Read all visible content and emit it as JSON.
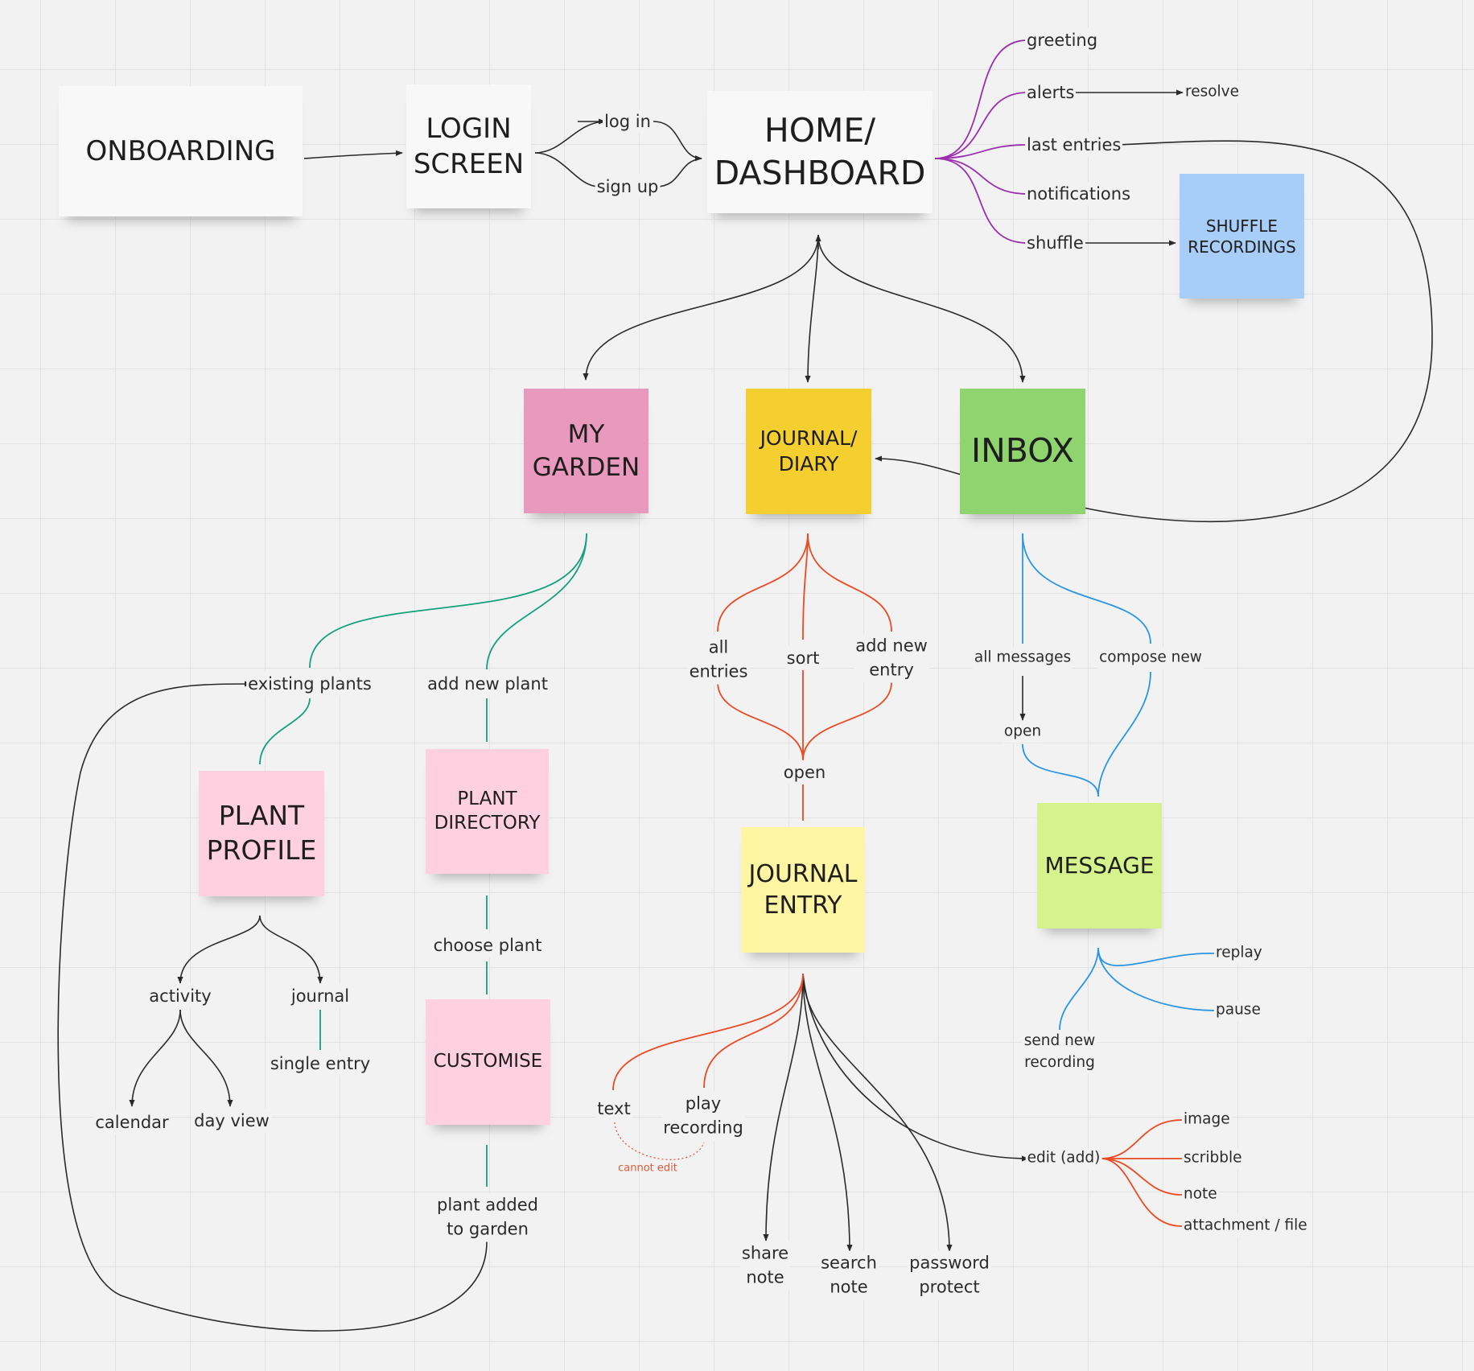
{
  "colors": {
    "white_note": "#f8f8f8",
    "my_garden": "#e899bd",
    "journal_diary": "#f4cf2f",
    "inbox": "#8fd46f",
    "shuffle": "#a8cdf7",
    "pink_note": "#ffd0e0",
    "journal_entry": "#fff5a3",
    "message": "#d6f28c",
    "purple_line": "#9a2fb0",
    "green_line": "#13a07b",
    "orange_line": "#ea4a24",
    "blue_line": "#2b95e3",
    "black_line": "#2a2a2a"
  },
  "notes": {
    "onboarding": "ONBOARDING",
    "login": "LOGIN\nSCREEN",
    "home": "HOME/\nDASHBOARD",
    "shuffle": "SHUFFLE\nRECORDINGS",
    "my_garden": "MY\nGARDEN",
    "journal_diary": "JOURNAL/\nDIARY",
    "inbox": "INBOX",
    "plant_profile": "PLANT\nPROFILE",
    "plant_directory": "PLANT\nDIRECTORY",
    "customise": "CUSTOMISE",
    "journal_entry": "JOURNAL\nENTRY",
    "message": "MESSAGE"
  },
  "labels": {
    "log_in": "log in",
    "sign_up": "sign up",
    "greeting": "greeting",
    "alerts": "alerts",
    "resolve": "resolve",
    "last_entries": "last entries",
    "notifications": "notifications",
    "shuffle": "shuffle",
    "existing_plants": "existing plants",
    "add_new_plant": "add new plant",
    "activity": "activity",
    "journal": "journal",
    "calendar": "calendar",
    "day_view": "day view",
    "single_entry": "single entry",
    "choose_plant": "choose plant",
    "plant_added": "plant added\nto garden",
    "all_entries": "all\nentries",
    "sort": "sort",
    "add_new_entry": "add new\nentry",
    "open_journal": "open",
    "text": "text",
    "play_recording": "play\nrecording",
    "cannot_edit": "cannot edit",
    "share_note": "share\nnote",
    "search_note": "search\nnote",
    "password_protect": "password\nprotect",
    "edit_add": "edit (add)",
    "image": "image",
    "scribble": "scribble",
    "note": "note",
    "attachment_file": "attachment / file",
    "all_messages": "all messages",
    "compose_new": "compose new",
    "open_inbox": "open",
    "replay": "replay",
    "pause": "pause",
    "send_new_recording": "send new\nrecording"
  }
}
